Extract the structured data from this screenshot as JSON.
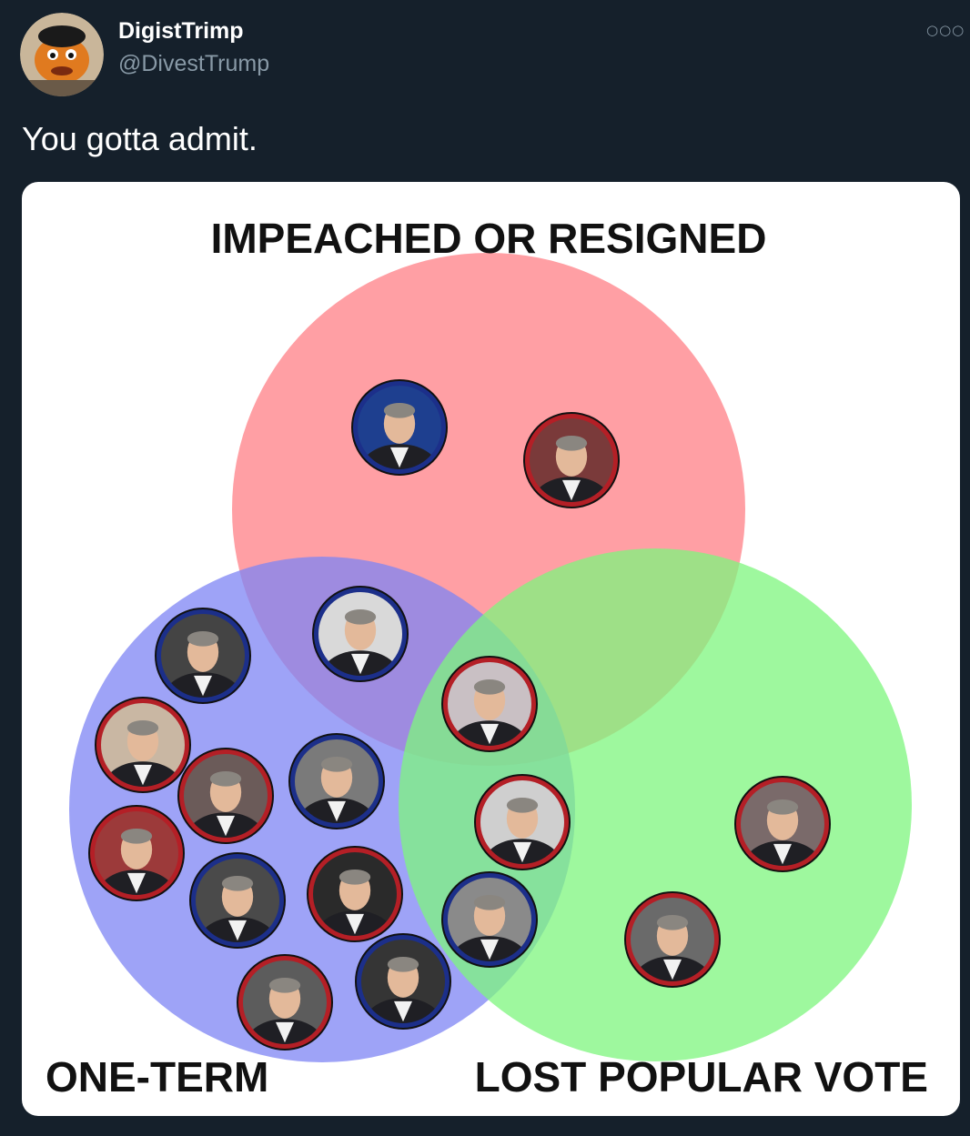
{
  "tweet": {
    "display_name": "DigistTrimp",
    "handle": "@DivestTrump",
    "more_icon": "more-options-icon",
    "text": "You gotta admit."
  },
  "venn": {
    "sets": {
      "top": {
        "label": "IMPEACHED OR RESIGNED",
        "color": "#ff7f86"
      },
      "left": {
        "label": "ONE-TERM",
        "color": "#7e84f4"
      },
      "right": {
        "label": "LOST POPULAR VOTE",
        "color": "#7df57d"
      }
    },
    "portraits": [
      {
        "name": "portrait-bill-clinton",
        "region": "top",
        "ring": "#1c2f8a",
        "bg": "#1e3f8f"
      },
      {
        "name": "portrait-richard-nixon",
        "region": "top",
        "ring": "#b41f26",
        "bg": "#7a3a3a"
      },
      {
        "name": "portrait-andrew-johnson",
        "region": "top-left",
        "ring": "#1c2f8a",
        "bg": "#d9d9d9"
      },
      {
        "name": "portrait-donald-trump",
        "region": "center",
        "ring": "#b41f26",
        "bg": "#c9c0c4"
      },
      {
        "name": "portrait-martin-van-buren",
        "region": "left",
        "ring": "#1c2f8a",
        "bg": "#444444"
      },
      {
        "name": "portrait-jimmy-carter",
        "region": "left",
        "ring": "#b41f26",
        "bg": "#c9b7a3"
      },
      {
        "name": "portrait-george-hw-bush",
        "region": "left",
        "ring": "#b41f26",
        "bg": "#6b5b59"
      },
      {
        "name": "portrait-franklin-pierce",
        "region": "left",
        "ring": "#1c2f8a",
        "bg": "#7a7a7a"
      },
      {
        "name": "portrait-gerald-ford",
        "region": "left",
        "ring": "#b41f26",
        "bg": "#9c3a3a"
      },
      {
        "name": "portrait-john-adams",
        "region": "left",
        "ring": "#1c2f8a",
        "bg": "#4a4a4a"
      },
      {
        "name": "portrait-herbert-hoover",
        "region": "left",
        "ring": "#b41f26",
        "bg": "#2a2a2a"
      },
      {
        "name": "portrait-william-taft",
        "region": "left",
        "ring": "#b41f26",
        "bg": "#5c5c5c"
      },
      {
        "name": "portrait-grover-cleveland",
        "region": "left",
        "ring": "#1c2f8a",
        "bg": "#353535"
      },
      {
        "name": "portrait-benjamin-harrison",
        "region": "left-right",
        "ring": "#b41f26",
        "bg": "#cfcfcf"
      },
      {
        "name": "portrait-john-quincy-adams",
        "region": "left-right",
        "ring": "#1c2f8a",
        "bg": "#8a8a8a"
      },
      {
        "name": "portrait-george-w-bush",
        "region": "right",
        "ring": "#b41f26",
        "bg": "#7a6a6a"
      },
      {
        "name": "portrait-rutherford-hayes",
        "region": "right",
        "ring": "#b41f26",
        "bg": "#6a6a6a"
      }
    ]
  }
}
